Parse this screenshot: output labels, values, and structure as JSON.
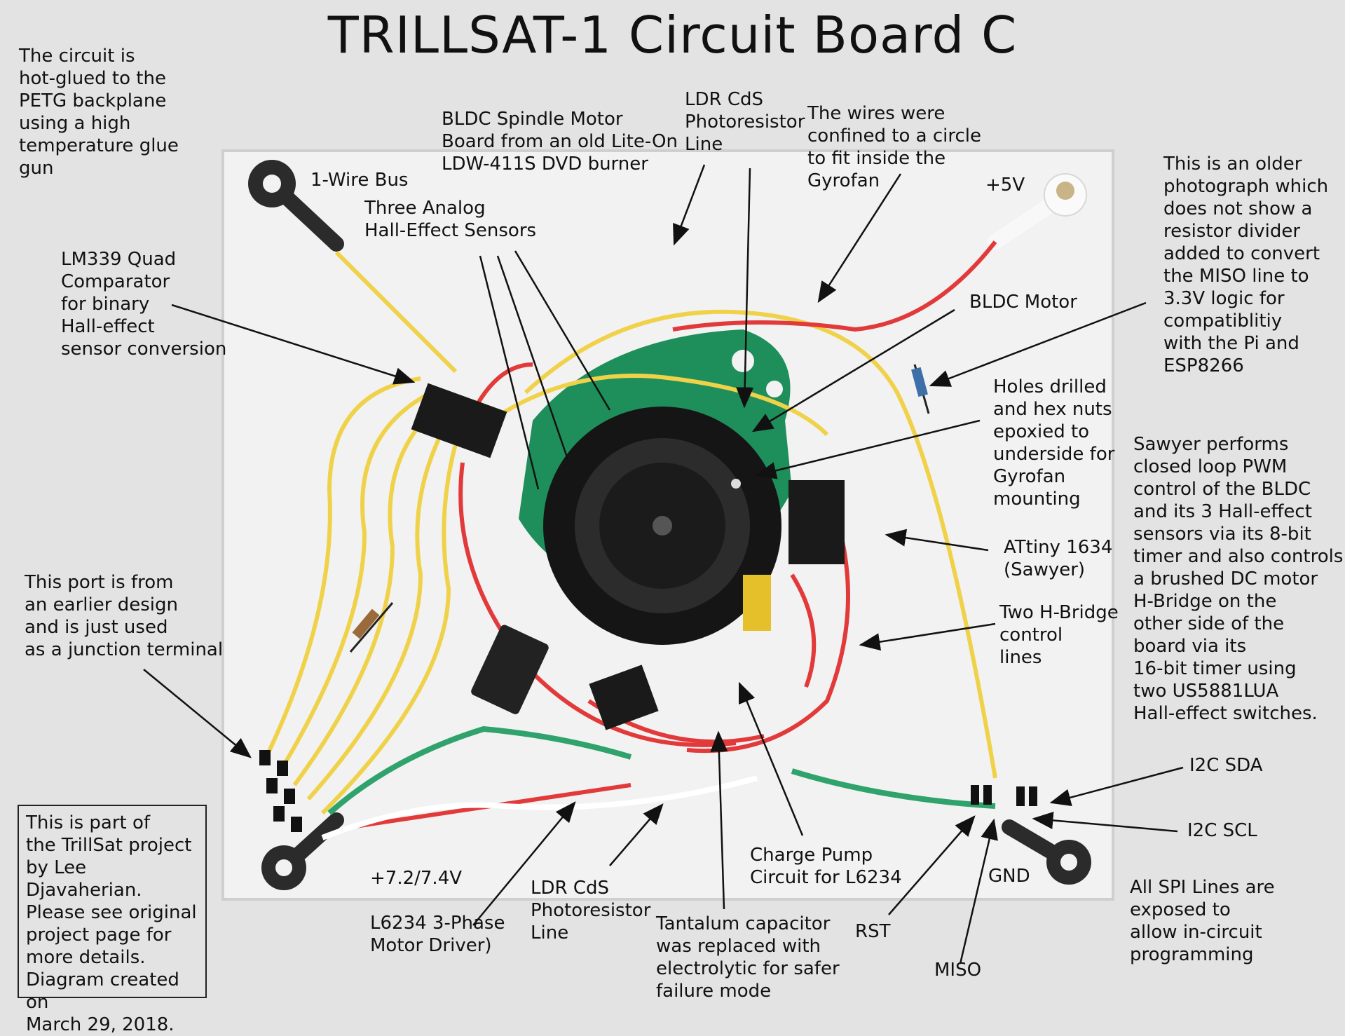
{
  "title": "TRILLSAT-1 Circuit Board C",
  "annotations": {
    "hot_glue": "The circuit is\nhot-glued to the\nPETG backplane\nusing a high\ntemperature glue\ngun",
    "bldc_board": "BLDC Spindle Motor\nBoard from an old Lite-On\nLDW-411S DVD burner",
    "ldr_top": "LDR CdS\nPhotoresistor\nLine",
    "wires_confined": "The wires were\nconfined to a circle\nto fit inside the\nGyrofan",
    "older_photo": "This is an older\nphotograph which\ndoes not show a\nresistor divider\nadded to convert\nthe MISO line to\n3.3V logic for\ncompatiblitiy\nwith the Pi and\nESP8266",
    "one_wire": "1-Wire Bus",
    "plus5v": "+5V",
    "hall_sensors": "Three Analog\nHall-Effect Sensors",
    "lm339": "LM339 Quad\nComparator\nfor binary\nHall-effect\nsensor conversion",
    "bldc_motor": "BLDC Motor",
    "holes": "Holes drilled\nand hex nuts\nepoxied to\nunderside for\nGyrofan\nmounting",
    "sawyer_desc": "Sawyer performs\nclosed loop PWM\ncontrol of the BLDC\nand its 3 Hall-effect\nsensors via its 8-bit\ntimer and also controls\na brushed DC motor\nH-Bridge on the\nother side of the\nboard via its\n16-bit timer using\ntwo US5881LUA\nHall-effect switches.",
    "attiny": "ATtiny 1634\n(Sawyer)",
    "port": "This port is from\nan earlier design\nand is just used\nas a junction terminal",
    "hbridge": "Two H-Bridge\ncontrol\nlines",
    "i2c_sda": "I2C SDA",
    "i2c_scl": "I2C SCL",
    "plus72v": "+7.2/7.4V",
    "gnd": "GND",
    "l6234": "L6234 3-Phase\nMotor Driver)",
    "ldr_bottom": "LDR CdS\nPhotoresistor\nLine",
    "charge_pump": "Charge Pump\nCircuit for L6234",
    "tantalum": "Tantalum capacitor\nwas replaced with\nelectrolytic for safer\nfailure mode",
    "rst": "RST",
    "miso": "MISO",
    "spi": "All SPI Lines are\nexposed to\nallow in-circuit\nprogramming",
    "credit": "This is part of\nthe TrillSat project\nby Lee Djavaherian.\nPlease see original\nproject page for\nmore details.\nDiagram created on\nMarch 29, 2018."
  },
  "colors": {
    "background": "#e3e3e3",
    "board": "#f2f2f2",
    "pcb_green": "#1e8f5a",
    "motor_black": "#151515",
    "wire_yellow": "#f0d24a",
    "wire_red": "#e23a3a",
    "wire_green": "#2fa36b"
  }
}
